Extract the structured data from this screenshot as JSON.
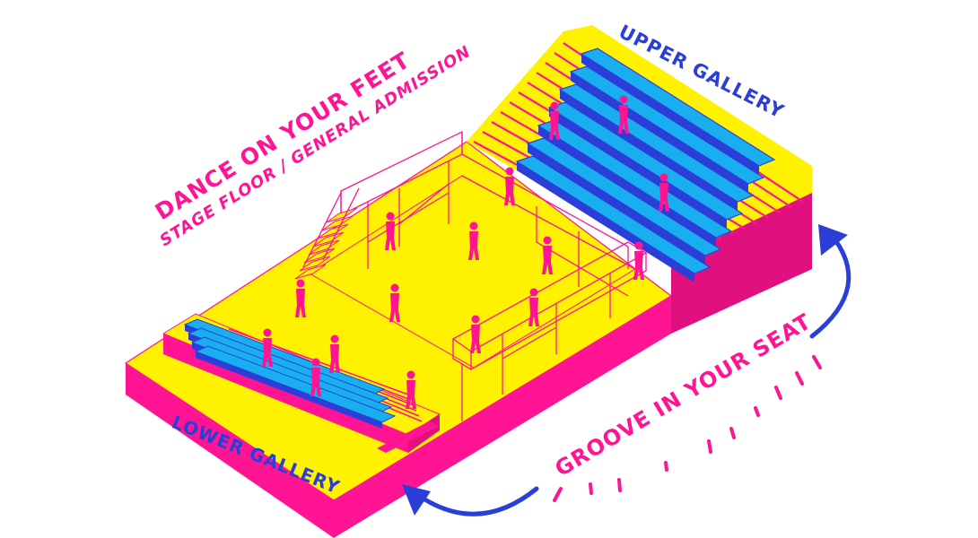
{
  "labels": {
    "upper_gallery": "UPPER GALLERY",
    "dance": "DANCE ON YOUR FEET",
    "stage_floor": "STAGE FLOOR / GENERAL ADMISSION",
    "lower_gallery": "LOWER GALLERY",
    "groove": "GROOVE IN YOUR SEAT"
  },
  "colors": {
    "magenta": "#ff1493",
    "yellow": "#fff200",
    "cyan": "#19aef0",
    "blue": "#2b3fd8",
    "white": "#ffffff"
  }
}
